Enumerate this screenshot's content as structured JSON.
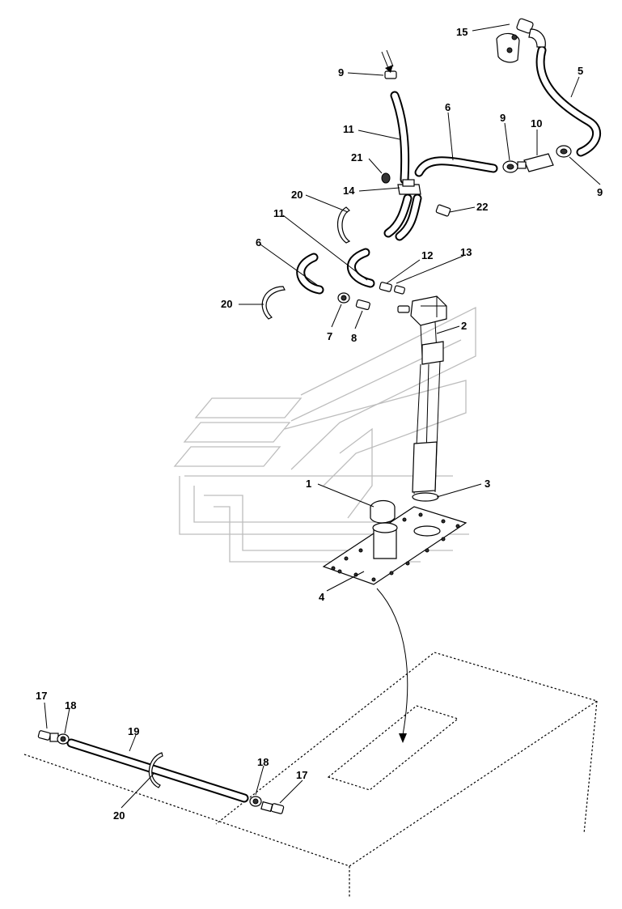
{
  "labels": {
    "n1": "1",
    "n2": "2",
    "n3": "3",
    "n4": "4",
    "n5": "5",
    "n6a": "6",
    "n6b": "6",
    "n7": "7",
    "n8": "8",
    "n9a": "9",
    "n9b": "9",
    "n9c": "9",
    "n10": "10",
    "n11a": "11",
    "n11b": "11",
    "n12": "12",
    "n13": "13",
    "n14": "14",
    "n15": "15",
    "n17a": "17",
    "n17b": "17",
    "n18a": "18",
    "n18b": "18",
    "n19": "19",
    "n20a": "20",
    "n20b": "20",
    "n20c": "20",
    "n21": "21",
    "n22": "22"
  }
}
